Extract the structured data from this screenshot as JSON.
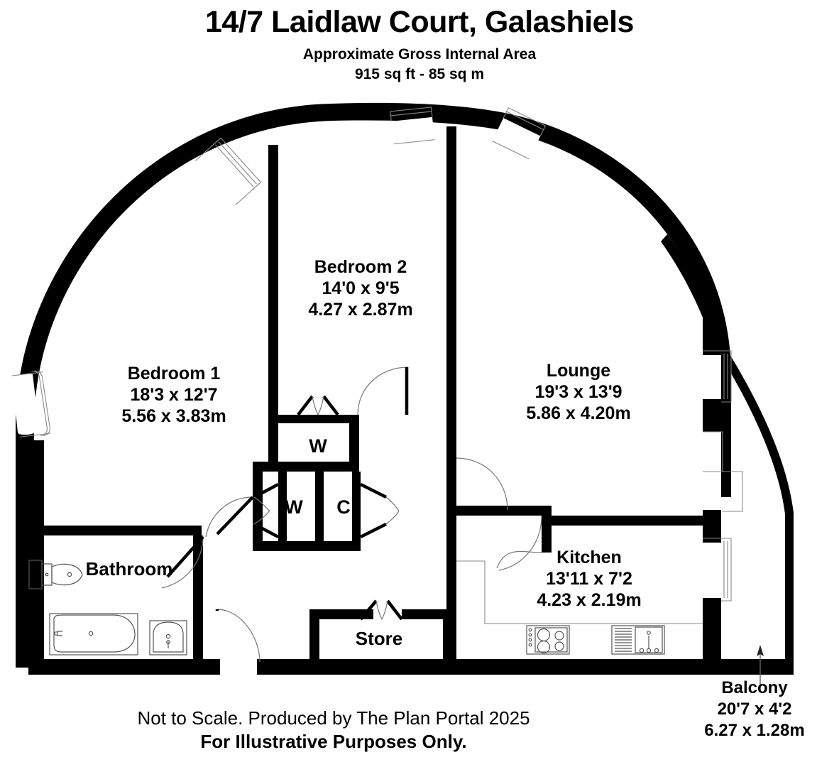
{
  "header": {
    "title": "14/7 Laidlaw Court, Galashiels",
    "subtitle_line1": "Approximate Gross Internal Area",
    "subtitle_line2": "915 sq ft - 85 sq m"
  },
  "footer": {
    "line1": "Not to Scale. Produced by The Plan Portal 2025",
    "line2": "For Illustrative Purposes Only."
  },
  "rooms": [
    {
      "key": "bedroom2",
      "name": "Bedroom 2",
      "imperial": "14'0 x 9'5",
      "metric": "4.27 x 2.87m"
    },
    {
      "key": "bedroom1",
      "name": "Bedroom 1",
      "imperial": "18'3 x 12'7",
      "metric": "5.56 x 3.83m"
    },
    {
      "key": "lounge",
      "name": "Lounge",
      "imperial": "19'3 x 13'9",
      "metric": "5.86 x 4.20m"
    },
    {
      "key": "kitchen",
      "name": "Kitchen",
      "imperial": "13'11 x 7'2",
      "metric": "4.23 x 2.19m"
    },
    {
      "key": "balcony",
      "name": "Balcony",
      "imperial": "20'7 x 4'2",
      "metric": "6.27 x 1.28m"
    }
  ],
  "small_rooms": {
    "bathroom": "Bathroom",
    "store": "Store",
    "wardrobe_upper": "W",
    "wardrobe_lower": "W",
    "cupboard": "C"
  },
  "colors": {
    "wall": "#000000",
    "background": "#ffffff",
    "fixture_stroke": "#555555",
    "door_swing": "#777777"
  },
  "fixtures": {
    "hob": "hob-icon",
    "sink": "sink-icon",
    "toilet": "toilet-icon",
    "bath": "bath-icon",
    "basin": "basin-icon"
  }
}
